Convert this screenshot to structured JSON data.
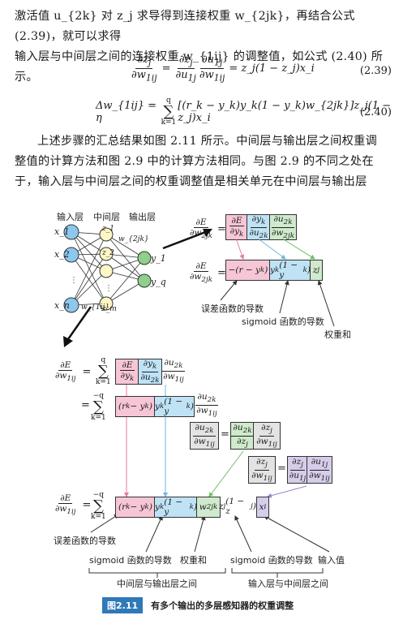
{
  "paragraph1": {
    "line1": "激活值 u_{2k} 对 z_j 求导得到连接权重 w_{2jk}，再结合公式 (2.39)，就可以求得",
    "line2": "输入层与中间层之间的连接权重 w_{1ij} 的调整值，如公式 (2.40) 所示。"
  },
  "equations": {
    "eq239": {
      "rhs": "= z_j(1 − z_j)x_i",
      "number": "(2.39)"
    },
    "eq240": {
      "lhs": "Δw_{1ij} = η",
      "sum_upper": "q",
      "sum_lower": "k=1",
      "body": "[(r_k − y_k)y_k(1 − y_k)w_{2jk}]z_j(1 − z_j)x_i",
      "number": "(2.40)"
    }
  },
  "paragraph2": {
    "line1": "上述步骤的汇总结果如图 2.11 所示。中间层与输出层之间权重调",
    "line2": "整值的计算方法和图 2.9 中的计算方法相同。与图 2.9 的不同之处在",
    "line3": "于，输入层与中间层之间的权重调整值是相关单元在中间层与输出层"
  },
  "figure": {
    "layer_labels": [
      "输入层",
      "中间层",
      "输出层"
    ],
    "nodes": {
      "inputs": [
        "x_1",
        "x_2",
        "x_n"
      ],
      "hidden": [
        "z_1",
        "z_2",
        "z_m"
      ],
      "outputs": [
        "y_1",
        "y_q"
      ],
      "w2": "w_{2jk}",
      "w1": "w_{1ij}"
    },
    "annotations": {
      "error_derivative": "误差函数的导数",
      "sigmoid_derivative": "sigmoid 函数的导数",
      "weighted_sum": "权重和",
      "input_value": "输入值",
      "middle_output": "中间层与输出层之间",
      "input_middle": "输入层与中间层之间"
    },
    "colors": {
      "pink": "#f7c6d6",
      "blue": "#bfe3f5",
      "green": "#cfeacc",
      "purple": "#d6cdea",
      "node_input": "#8cc8ee",
      "node_hidden": "#fdf6c5",
      "node_output": "#8fd08a"
    }
  },
  "caption": {
    "number": "图2.11",
    "text": "有多个输出的多层感知器的权重调整"
  }
}
